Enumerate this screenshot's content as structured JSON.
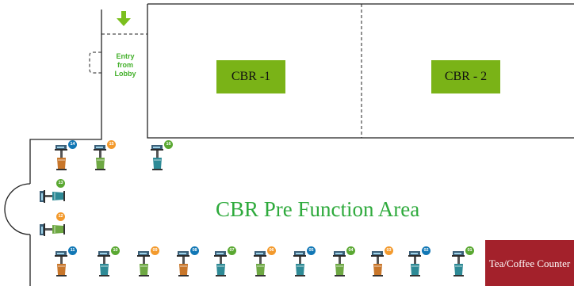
{
  "entry_label": "Entry from Lobby",
  "rooms": [
    {
      "id": "cbr1",
      "label": "CBR -1"
    },
    {
      "id": "cbr2",
      "label": "CBR - 2"
    }
  ],
  "area_label": "CBR Pre Function Area",
  "tea_counter_label": "Tea/Coffee Counter",
  "colors": {
    "wall": "#222222",
    "entry_arrow": "#7bbf1e",
    "room_box": "#7ab317",
    "area_text": "#2eaa3c",
    "tea_counter": "#a3212b",
    "badge_blue": "#1177b5",
    "badge_green": "#5aa832",
    "badge_orange": "#f39a2d"
  },
  "booths": [
    {
      "number": "01",
      "badge_color": "#5aa832",
      "stand_color": "#2e8a96"
    },
    {
      "number": "02",
      "badge_color": "#1177b5",
      "stand_color": "#2e8a96"
    },
    {
      "number": "03",
      "badge_color": "#f39a2d",
      "stand_color": "#c8762a"
    },
    {
      "number": "04",
      "badge_color": "#5aa832",
      "stand_color": "#6ea843"
    },
    {
      "number": "05",
      "badge_color": "#1177b5",
      "stand_color": "#2e8a96"
    },
    {
      "number": "06",
      "badge_color": "#f39a2d",
      "stand_color": "#6ea843"
    },
    {
      "number": "07",
      "badge_color": "#5aa832",
      "stand_color": "#2e8a96"
    },
    {
      "number": "08",
      "badge_color": "#1177b5",
      "stand_color": "#c8762a"
    },
    {
      "number": "09",
      "badge_color": "#f39a2d",
      "stand_color": "#6ea843"
    },
    {
      "number": "10",
      "badge_color": "#5aa832",
      "stand_color": "#2e8a96"
    },
    {
      "number": "11",
      "badge_color": "#1177b5",
      "stand_color": "#c8762a"
    },
    {
      "number": "12",
      "badge_color": "#f39a2d",
      "stand_color": "#6ea843"
    },
    {
      "number": "13",
      "badge_color": "#5aa832",
      "stand_color": "#2e8a96"
    },
    {
      "number": "14",
      "badge_color": "#1177b5",
      "stand_color": "#c8762a"
    },
    {
      "number": "15",
      "badge_color": "#f39a2d",
      "stand_color": "#6ea843"
    },
    {
      "number": "16",
      "badge_color": "#5aa832",
      "stand_color": "#2e8a96"
    }
  ]
}
